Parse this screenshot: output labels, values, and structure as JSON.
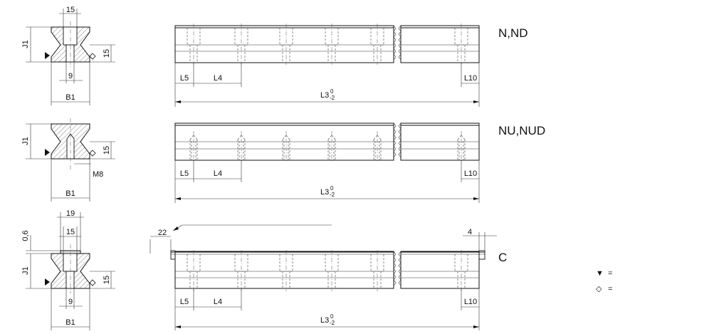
{
  "variants": [
    {
      "key": "n",
      "name": "N,ND",
      "section": {
        "top_width": "15",
        "hole_dia": "9",
        "height": "J1",
        "base_width": "B1",
        "side_height": "15"
      },
      "length": {
        "l5": "L5",
        "l4": "L4",
        "l10": "L10",
        "l3_base": "L3",
        "l3_upper": "0",
        "l3_lower": "-2"
      }
    },
    {
      "key": "nu",
      "name": "NU,NUD",
      "section": {
        "thread": "M8",
        "height": "J1",
        "base_width": "B1",
        "side_height": "15"
      },
      "length": {
        "l5": "L5",
        "l4": "L4",
        "l10": "L10",
        "l3_base": "L3",
        "l3_upper": "0",
        "l3_lower": "-2"
      }
    },
    {
      "key": "c",
      "name": "C",
      "section": {
        "cap_width": "19",
        "top_width": "15",
        "hole_dia": "9",
        "cap_height": "0,6",
        "height": "J1",
        "base_width": "B1",
        "side_height": "15"
      },
      "length": {
        "overhang_left": "22",
        "overhang_right": "4",
        "l5": "L5",
        "l4": "L4",
        "l10": "L10",
        "l3_base": "L3",
        "l3_upper": "0",
        "l3_lower": "-2"
      }
    }
  ],
  "legend": [
    {
      "symbol": "▼",
      "text": "="
    },
    {
      "symbol": "◇",
      "text": "="
    }
  ]
}
